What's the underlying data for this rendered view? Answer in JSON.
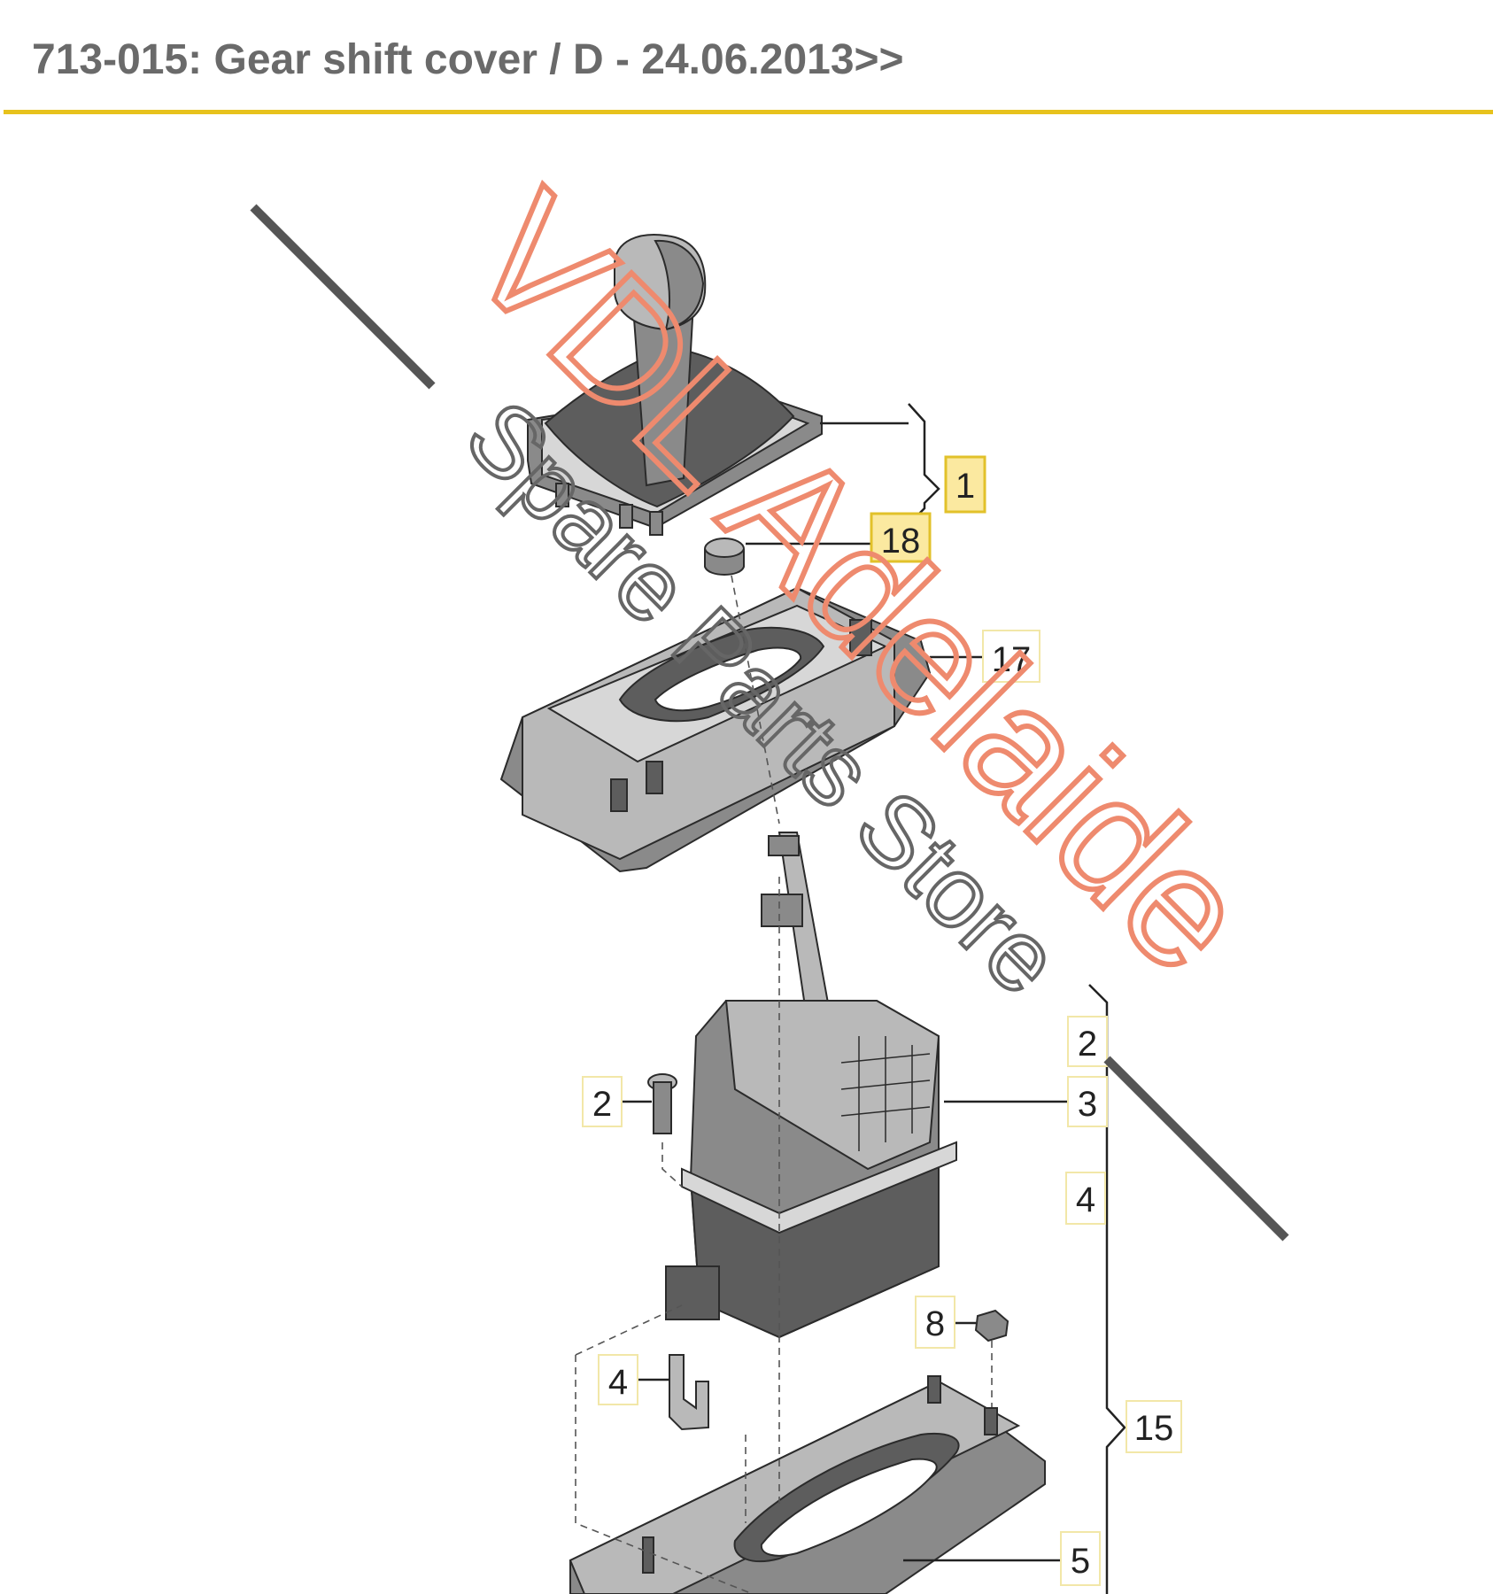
{
  "header": {
    "title": "713-015: Gear shift cover / D - 24.06.2013>>"
  },
  "callouts": [
    {
      "id": "c1",
      "label": "1",
      "highlighted": true
    },
    {
      "id": "c18",
      "label": "18",
      "highlighted": true
    },
    {
      "id": "c17",
      "label": "17",
      "highlighted": false
    },
    {
      "id": "c2a",
      "label": "2",
      "highlighted": false
    },
    {
      "id": "c2b",
      "label": "2",
      "highlighted": false
    },
    {
      "id": "c3",
      "label": "3",
      "highlighted": false
    },
    {
      "id": "c4a",
      "label": "4",
      "highlighted": false
    },
    {
      "id": "c4b",
      "label": "4",
      "highlighted": false
    },
    {
      "id": "c8",
      "label": "8",
      "highlighted": false
    },
    {
      "id": "c15",
      "label": "15",
      "highlighted": false
    },
    {
      "id": "c5",
      "label": "5",
      "highlighted": false
    }
  ],
  "watermark": {
    "main": "VDL Adelaide",
    "sub": "Spare Parts Store"
  },
  "colors": {
    "header_rule": "#e7c21c",
    "title_text": "#6a6a6a",
    "highlight_fill": "#fbe9a0",
    "watermark_main": "#ee8a6e",
    "watermark_sub": "#666666"
  }
}
